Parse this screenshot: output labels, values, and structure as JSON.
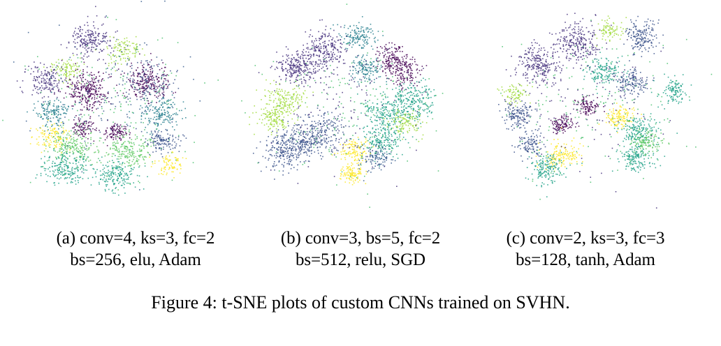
{
  "figure": {
    "caption": "Figure 4: t-SNE plots of custom CNNs trained on SVHN.",
    "background_color": "#ffffff",
    "text_color": "#000000"
  },
  "subfigures": [
    {
      "id": "a",
      "label": "(a)",
      "caption_line1": "(a) conv=4, ks=3, fc=2",
      "caption_line2": "bs=256, elu, Adam",
      "params": {
        "conv": 4,
        "ks": 3,
        "fc": 2,
        "bs": 256,
        "activation": "elu",
        "optimizer": "Adam"
      }
    },
    {
      "id": "b",
      "label": "(b)",
      "caption_line1": "(b) conv=3, bs=5, fc=2",
      "caption_line2": "bs=512, relu, SGD",
      "params": {
        "conv": 3,
        "ks": 5,
        "fc": 2,
        "bs": 512,
        "activation": "relu",
        "optimizer": "SGD"
      }
    },
    {
      "id": "c",
      "label": "(c)",
      "caption_line1": "(c) conv=2, ks=3, fc=3",
      "caption_line2": "bs=128, tanh, Adam",
      "params": {
        "conv": 2,
        "ks": 3,
        "fc": 3,
        "bs": 128,
        "activation": "tanh",
        "optimizer": "Adam"
      }
    }
  ],
  "chart_data": [
    {
      "id": "tsne-a",
      "type": "scatter",
      "title": "(a) conv=4, ks=3, fc=2 / bs=256, elu, Adam",
      "xlabel": "",
      "ylabel": "",
      "axes_visible": false,
      "grid": false,
      "legend": "none",
      "xlim": [
        0,
        100
      ],
      "ylim": [
        0,
        100
      ],
      "point_size": 1.6,
      "point_alpha": 0.85,
      "palette": {
        "name": "viridis",
        "colors": [
          "#440154",
          "#46327e",
          "#365c8d",
          "#277f8e",
          "#1fa187",
          "#4ac16d",
          "#a0da39",
          "#fde725",
          "#5ec962",
          "#3b528b"
        ]
      },
      "n_points_approx": 3100,
      "clusters": [
        {
          "label": "3",
          "color": "#46327e",
          "cx": 35,
          "cy": 86,
          "sx": 5.5,
          "sy": 5.0,
          "n": 210
        },
        {
          "label": "6",
          "color": "#a0da39",
          "cx": 52,
          "cy": 80,
          "sx": 4.5,
          "sy": 3.6,
          "n": 100
        },
        {
          "label": "6",
          "color": "#a0da39",
          "cx": 23,
          "cy": 69,
          "sx": 4.2,
          "sy": 3.4,
          "n": 95
        },
        {
          "label": "3",
          "color": "#46327e",
          "cx": 11,
          "cy": 64,
          "sx": 5.0,
          "sy": 4.6,
          "n": 160
        },
        {
          "label": "0",
          "color": "#440154",
          "cx": 33,
          "cy": 58,
          "sx": 5.6,
          "sy": 5.2,
          "n": 280
        },
        {
          "label": "0",
          "color": "#440154",
          "cx": 64,
          "cy": 62,
          "sx": 5.4,
          "sy": 5.0,
          "n": 245
        },
        {
          "label": "1",
          "color": "#3b528b",
          "cx": 64,
          "cy": 62,
          "sx": 7.8,
          "sy": 6.6,
          "n": 120
        },
        {
          "label": "4",
          "color": "#277f8e",
          "cx": 15,
          "cy": 45,
          "sx": 4.8,
          "sy": 4.2,
          "n": 150
        },
        {
          "label": "4",
          "color": "#277f8e",
          "cx": 71,
          "cy": 45,
          "sx": 5.4,
          "sy": 4.4,
          "n": 170
        },
        {
          "label": "0",
          "color": "#440154",
          "cx": 31,
          "cy": 37,
          "sx": 3.2,
          "sy": 3.0,
          "n": 95
        },
        {
          "label": "0",
          "color": "#440154",
          "cx": 48,
          "cy": 35,
          "sx": 3.0,
          "sy": 2.6,
          "n": 105
        },
        {
          "label": "7",
          "color": "#fde725",
          "cx": 15,
          "cy": 32,
          "sx": 4.4,
          "sy": 3.6,
          "n": 120
        },
        {
          "label": "1",
          "color": "#3b528b",
          "cx": 72,
          "cy": 30,
          "sx": 4.6,
          "sy": 3.8,
          "n": 130
        },
        {
          "label": "8",
          "color": "#5ec962",
          "cx": 26,
          "cy": 26,
          "sx": 6.4,
          "sy": 5.0,
          "n": 190
        },
        {
          "label": "8",
          "color": "#5ec962",
          "cx": 55,
          "cy": 24,
          "sx": 6.0,
          "sy": 4.6,
          "n": 180
        },
        {
          "label": "4",
          "color": "#1fa187",
          "cx": 22,
          "cy": 14,
          "sx": 6.2,
          "sy": 4.8,
          "n": 210
        },
        {
          "label": "4",
          "color": "#1fa187",
          "cx": 48,
          "cy": 11,
          "sx": 5.6,
          "sy": 4.4,
          "n": 185
        },
        {
          "label": "7",
          "color": "#fde725",
          "cx": 76,
          "cy": 17,
          "sx": 3.6,
          "sy": 2.8,
          "n": 80
        },
        {
          "label": "mix",
          "color": "#4ac16d",
          "cx": 45,
          "cy": 48,
          "sx": 22.0,
          "sy": 20.0,
          "n": 180
        },
        {
          "label": "mix2",
          "color": "#365c8d",
          "cx": 44,
          "cy": 52,
          "sx": 20.0,
          "sy": 19.0,
          "n": 120
        }
      ]
    },
    {
      "id": "tsne-b",
      "type": "scatter",
      "title": "(b) conv=3, bs=5, fc=2 / bs=512, relu, SGD",
      "xlabel": "",
      "ylabel": "",
      "axes_visible": false,
      "grid": false,
      "legend": "none",
      "xlim": [
        0,
        100
      ],
      "ylim": [
        0,
        100
      ],
      "point_size": 1.6,
      "point_alpha": 0.85,
      "palette": {
        "name": "viridis",
        "colors": [
          "#440154",
          "#46327e",
          "#365c8d",
          "#277f8e",
          "#1fa187",
          "#4ac16d",
          "#a0da39",
          "#fde725",
          "#5ec962",
          "#3b528b"
        ]
      },
      "n_points_approx": 3300,
      "clusters": [
        {
          "label": "4",
          "color": "#277f8e",
          "cx": 50,
          "cy": 88,
          "sx": 4.4,
          "sy": 4.0,
          "n": 150
        },
        {
          "label": "3",
          "color": "#46327e",
          "cx": 32,
          "cy": 80,
          "sx": 5.2,
          "sy": 5.6,
          "n": 230
        },
        {
          "label": "3",
          "color": "#46327e",
          "cx": 17,
          "cy": 71,
          "sx": 5.6,
          "sy": 5.0,
          "n": 250
        },
        {
          "label": "0",
          "color": "#440154",
          "cx": 66,
          "cy": 76,
          "sx": 4.0,
          "sy": 4.2,
          "n": 140
        },
        {
          "label": "0",
          "color": "#440154",
          "cx": 72,
          "cy": 68,
          "sx": 4.4,
          "sy": 4.0,
          "n": 150
        },
        {
          "label": "4",
          "color": "#277f8e",
          "cx": 52,
          "cy": 70,
          "sx": 4.2,
          "sy": 3.6,
          "n": 130
        },
        {
          "label": "6",
          "color": "#a0da39",
          "cx": 10,
          "cy": 52,
          "sx": 5.0,
          "sy": 4.6,
          "n": 170
        },
        {
          "label": "6",
          "color": "#a0da39",
          "cx": 5,
          "cy": 42,
          "sx": 4.2,
          "sy": 4.0,
          "n": 120
        },
        {
          "label": "1",
          "color": "#3b528b",
          "cx": 20,
          "cy": 30,
          "sx": 6.0,
          "sy": 5.6,
          "n": 230
        },
        {
          "label": "1",
          "color": "#3b528b",
          "cx": 10,
          "cy": 24,
          "sx": 5.0,
          "sy": 4.8,
          "n": 185
        },
        {
          "label": "1",
          "color": "#3b528b",
          "cx": 31,
          "cy": 35,
          "sx": 5.2,
          "sy": 5.4,
          "n": 160
        },
        {
          "label": "4",
          "color": "#1fa187",
          "cx": 78,
          "cy": 52,
          "sx": 5.2,
          "sy": 5.0,
          "n": 200
        },
        {
          "label": "4",
          "color": "#1fa187",
          "cx": 64,
          "cy": 46,
          "sx": 5.8,
          "sy": 5.0,
          "n": 210
        },
        {
          "label": "6",
          "color": "#a0da39",
          "cx": 73,
          "cy": 40,
          "sx": 4.4,
          "sy": 3.6,
          "n": 110
        },
        {
          "label": "4",
          "color": "#1fa187",
          "cx": 62,
          "cy": 30,
          "sx": 5.4,
          "sy": 4.6,
          "n": 190
        },
        {
          "label": "7",
          "color": "#fde725",
          "cx": 47,
          "cy": 24,
          "sx": 3.6,
          "sy": 3.2,
          "n": 120
        },
        {
          "label": "7",
          "color": "#fde725",
          "cx": 46,
          "cy": 12,
          "sx": 3.2,
          "sy": 2.8,
          "n": 110
        },
        {
          "label": "1",
          "color": "#365c8d",
          "cx": 58,
          "cy": 20,
          "sx": 4.2,
          "sy": 3.4,
          "n": 110
        },
        {
          "label": "mix",
          "color": "#4ac16d",
          "cx": 45,
          "cy": 45,
          "sx": 21.0,
          "sy": 20.0,
          "n": 170
        },
        {
          "label": "mix2",
          "color": "#46327e",
          "cx": 42,
          "cy": 50,
          "sx": 20.0,
          "sy": 19.0,
          "n": 130
        }
      ]
    },
    {
      "id": "tsne-c",
      "type": "scatter",
      "title": "(c) conv=2, ks=3, fc=3 / bs=128, tanh, Adam",
      "xlabel": "",
      "ylabel": "",
      "axes_visible": false,
      "grid": false,
      "legend": "none",
      "xlim": [
        0,
        100
      ],
      "ylim": [
        0,
        100
      ],
      "point_size": 1.6,
      "point_alpha": 0.85,
      "palette": {
        "name": "viridis",
        "colors": [
          "#440154",
          "#46327e",
          "#365c8d",
          "#277f8e",
          "#1fa187",
          "#4ac16d",
          "#a0da39",
          "#fde725",
          "#5ec962",
          "#3b528b"
        ]
      },
      "n_points_approx": 3200,
      "clusters": [
        {
          "label": "3",
          "color": "#46327e",
          "cx": 38,
          "cy": 85,
          "sx": 5.4,
          "sy": 5.6,
          "n": 240
        },
        {
          "label": "6",
          "color": "#a0da39",
          "cx": 55,
          "cy": 92,
          "sx": 3.4,
          "sy": 3.0,
          "n": 85
        },
        {
          "label": "1",
          "color": "#3b528b",
          "cx": 71,
          "cy": 88,
          "sx": 4.6,
          "sy": 4.6,
          "n": 175
        },
        {
          "label": "3",
          "color": "#46327e",
          "cx": 18,
          "cy": 72,
          "sx": 5.6,
          "sy": 5.2,
          "n": 235
        },
        {
          "label": "4",
          "color": "#1fa187",
          "cx": 52,
          "cy": 68,
          "sx": 5.0,
          "sy": 4.4,
          "n": 150
        },
        {
          "label": "1",
          "color": "#3b528b",
          "cx": 66,
          "cy": 62,
          "sx": 4.6,
          "sy": 3.8,
          "n": 150
        },
        {
          "label": "4",
          "color": "#1fa187",
          "cx": 88,
          "cy": 57,
          "sx": 3.8,
          "sy": 3.6,
          "n": 110
        },
        {
          "label": "6",
          "color": "#a0da39",
          "cx": 5,
          "cy": 56,
          "sx": 3.4,
          "sy": 3.0,
          "n": 80
        },
        {
          "label": "1",
          "color": "#3b528b",
          "cx": 7,
          "cy": 44,
          "sx": 4.4,
          "sy": 4.0,
          "n": 155
        },
        {
          "label": "0",
          "color": "#440154",
          "cx": 43,
          "cy": 49,
          "sx": 2.6,
          "sy": 2.4,
          "n": 100
        },
        {
          "label": "0",
          "color": "#440154",
          "cx": 30,
          "cy": 39,
          "sx": 2.8,
          "sy": 2.6,
          "n": 105
        },
        {
          "label": "7",
          "color": "#fde725",
          "cx": 60,
          "cy": 43,
          "sx": 3.6,
          "sy": 3.2,
          "n": 130
        },
        {
          "label": "4",
          "color": "#1fa187",
          "cx": 70,
          "cy": 36,
          "sx": 5.0,
          "sy": 4.4,
          "n": 175
        },
        {
          "label": "1",
          "color": "#3b528b",
          "cx": 13,
          "cy": 28,
          "sx": 3.8,
          "sy": 3.4,
          "n": 110
        },
        {
          "label": "7",
          "color": "#fde725",
          "cx": 30,
          "cy": 22,
          "sx": 5.0,
          "sy": 4.0,
          "n": 150
        },
        {
          "label": "4",
          "color": "#1fa187",
          "cx": 22,
          "cy": 14,
          "sx": 4.6,
          "sy": 4.2,
          "n": 165
        },
        {
          "label": "4",
          "color": "#1fa187",
          "cx": 68,
          "cy": 20,
          "sx": 4.4,
          "sy": 4.0,
          "n": 155
        },
        {
          "label": "8",
          "color": "#5ec962",
          "cx": 73,
          "cy": 29,
          "sx": 4.0,
          "sy": 3.4,
          "n": 110
        },
        {
          "label": "mix",
          "color": "#4ac16d",
          "cx": 45,
          "cy": 48,
          "sx": 22.0,
          "sy": 20.0,
          "n": 175
        },
        {
          "label": "mix2",
          "color": "#46327e",
          "cx": 42,
          "cy": 55,
          "sx": 20.0,
          "sy": 19.0,
          "n": 125
        }
      ]
    }
  ]
}
